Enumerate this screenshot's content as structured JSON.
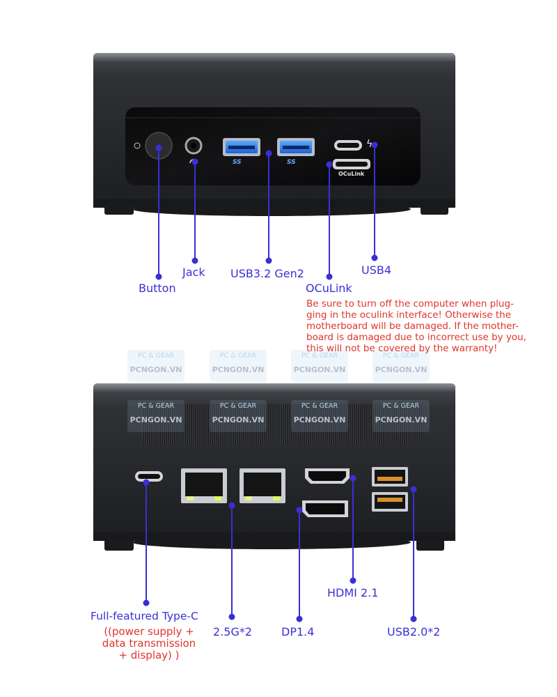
{
  "front_labels": {
    "button": "Button",
    "jack": "Jack",
    "usb32": "USB3.2 Gen2",
    "oculink": "OCuLink",
    "usb4": "USB4"
  },
  "oculink_warning": [
    "Be sure to turn off the computer when plug-",
    "ging in the oculink interface! Otherwise the",
    "motherboard will be damaged. If the mother-",
    "board is damaged due to incorrect use by you,",
    "this will not be covered by the warranty!"
  ],
  "rear_labels": {
    "typec": "Full-featured Type-C",
    "lan": "2.5G*2",
    "dp": "DP1.4",
    "hdmi": "HDMI 2.1",
    "usb20": "USB2.0*2"
  },
  "typec_note": [
    "((power supply +",
    "data transmission",
    "+ display)  )"
  ],
  "device_markings": {
    "usb_logo": "SS",
    "oculink_port_text": "OCuLink"
  },
  "watermark": {
    "line1": "PC & GEAR",
    "line2": "PCNGON.VN"
  },
  "colors": {
    "label": "#3a2fd6",
    "warning": "#e0342b",
    "leader": "#3a2fd6",
    "chassis": "#2b2d31"
  }
}
